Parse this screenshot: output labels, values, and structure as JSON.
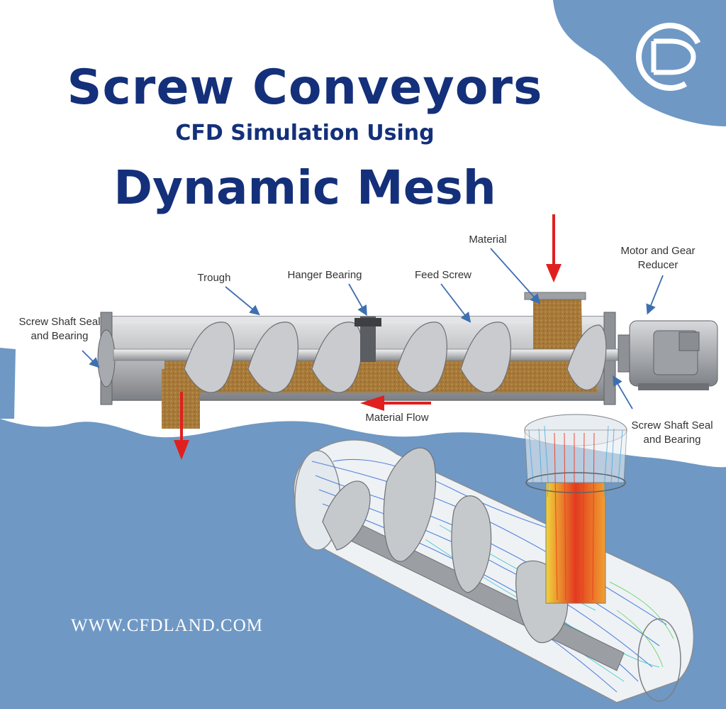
{
  "title": {
    "line1": "Screw Conveyors",
    "line2": "CFD Simulation Using",
    "line3": "Dynamic Mesh"
  },
  "labels": {
    "material": "Material",
    "motor": "Motor and Gear Reducer",
    "trough": "Trough",
    "hanger_bearing": "Hanger Bearing",
    "feed_screw": "Feed Screw",
    "seal_left": "Screw Shaft Seal and Bearing",
    "seal_right": "Screw Shaft Seal and Bearing",
    "material_flow": "Material Flow"
  },
  "website": "WWW.CFDLAND.COM",
  "colors": {
    "title": "#14307a",
    "background_blue": "#6f98c4",
    "arrow_red": "#e0201f",
    "material": "#a87a3a",
    "steel": "#b6b8bb"
  },
  "icons": {
    "logo": "cfdland-logo-icon"
  }
}
